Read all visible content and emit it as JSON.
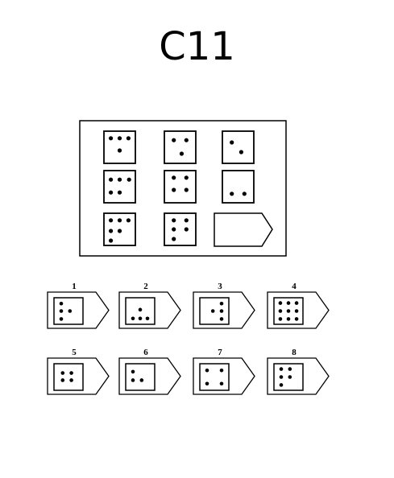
{
  "title": "C11",
  "matrix": [
    {
      "id": "r1c1",
      "dots": [
        [
          0.22,
          0.22
        ],
        [
          0.5,
          0.22
        ],
        [
          0.78,
          0.22
        ],
        [
          0.5,
          0.6
        ]
      ]
    },
    {
      "id": "r1c2",
      "dots": [
        [
          0.3,
          0.28
        ],
        [
          0.7,
          0.28
        ],
        [
          0.55,
          0.7
        ]
      ]
    },
    {
      "id": "r1c3",
      "dots": [
        [
          0.3,
          0.35
        ],
        [
          0.6,
          0.65
        ]
      ]
    },
    {
      "id": "r2c1",
      "dots": [
        [
          0.22,
          0.28
        ],
        [
          0.5,
          0.28
        ],
        [
          0.8,
          0.28
        ],
        [
          0.22,
          0.68
        ],
        [
          0.5,
          0.68
        ]
      ]
    },
    {
      "id": "r2c2",
      "dots": [
        [
          0.3,
          0.22
        ],
        [
          0.7,
          0.22
        ],
        [
          0.3,
          0.6
        ],
        [
          0.7,
          0.6
        ]
      ]
    },
    {
      "id": "r2c3",
      "dots": [
        [
          0.3,
          0.72
        ],
        [
          0.7,
          0.72
        ]
      ]
    },
    {
      "id": "r3c1",
      "dots": [
        [
          0.22,
          0.22
        ],
        [
          0.5,
          0.22
        ],
        [
          0.78,
          0.22
        ],
        [
          0.22,
          0.55
        ],
        [
          0.5,
          0.55
        ],
        [
          0.22,
          0.85
        ]
      ]
    },
    {
      "id": "r3c2",
      "dots": [
        [
          0.3,
          0.22
        ],
        [
          0.7,
          0.22
        ],
        [
          0.3,
          0.5
        ],
        [
          0.7,
          0.5
        ],
        [
          0.3,
          0.8
        ]
      ]
    }
  ],
  "options": [
    {
      "label": "1",
      "dots": [
        [
          0.25,
          0.22
        ],
        [
          0.25,
          0.5
        ],
        [
          0.55,
          0.5
        ],
        [
          0.25,
          0.8
        ]
      ]
    },
    {
      "label": "2",
      "dots": [
        [
          0.5,
          0.45
        ],
        [
          0.25,
          0.78
        ],
        [
          0.5,
          0.78
        ],
        [
          0.75,
          0.78
        ]
      ]
    },
    {
      "label": "3",
      "dots": [
        [
          0.75,
          0.22
        ],
        [
          0.45,
          0.5
        ],
        [
          0.75,
          0.5
        ],
        [
          0.75,
          0.8
        ]
      ]
    },
    {
      "label": "4",
      "dots": [
        [
          0.22,
          0.2
        ],
        [
          0.5,
          0.2
        ],
        [
          0.78,
          0.2
        ],
        [
          0.22,
          0.5
        ],
        [
          0.5,
          0.5
        ],
        [
          0.78,
          0.5
        ],
        [
          0.22,
          0.8
        ],
        [
          0.5,
          0.8
        ],
        [
          0.78,
          0.8
        ]
      ]
    },
    {
      "label": "5",
      "dots": [
        [
          0.3,
          0.35
        ],
        [
          0.6,
          0.35
        ],
        [
          0.3,
          0.62
        ],
        [
          0.6,
          0.62
        ]
      ]
    },
    {
      "label": "6",
      "dots": [
        [
          0.25,
          0.3
        ],
        [
          0.25,
          0.62
        ],
        [
          0.55,
          0.62
        ]
      ]
    },
    {
      "label": "7",
      "dots": [
        [
          0.25,
          0.25
        ],
        [
          0.75,
          0.25
        ],
        [
          0.25,
          0.75
        ],
        [
          0.75,
          0.75
        ]
      ]
    },
    {
      "label": "8",
      "dots": [
        [
          0.25,
          0.2
        ],
        [
          0.55,
          0.2
        ],
        [
          0.25,
          0.5
        ],
        [
          0.55,
          0.5
        ],
        [
          0.25,
          0.8
        ]
      ]
    }
  ]
}
